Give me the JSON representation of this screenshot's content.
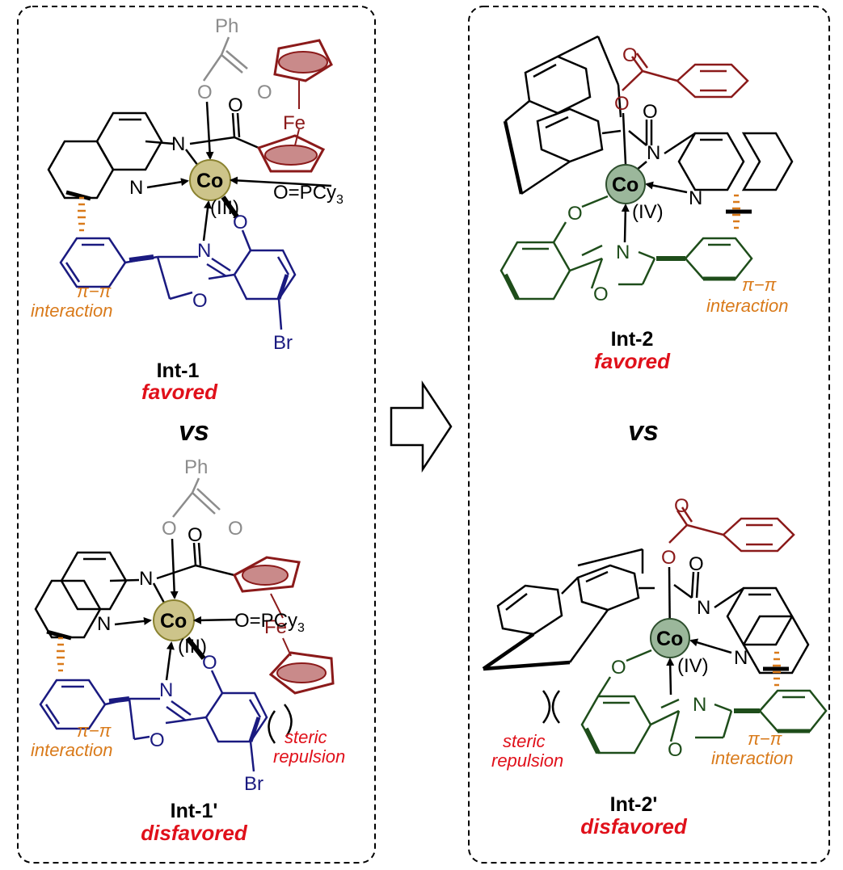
{
  "colors": {
    "black": "#000000",
    "gray": "#8c8c8c",
    "ferrocene": "#8b1a1a",
    "ferrocene_fill": "#c98a8a",
    "navy": "#1a1a80",
    "green": "#1e4d1a",
    "orange": "#d97a1a",
    "red": "#e0101a",
    "co_fill_1": "#cdc48a",
    "co_stroke_1": "#8a8230",
    "co_fill_2": "#9bb79b",
    "co_stroke_2": "#2e4f2e"
  },
  "common": {
    "vs": "vs",
    "pi_pi": "π−π",
    "interaction": "interaction",
    "steric": "steric",
    "repulsion": "repulsion",
    "co": "Co",
    "n": "N",
    "o": "O",
    "br": "Br",
    "fe": "Fe",
    "ph": "Ph",
    "opcy3": "O=PCy",
    "sub3": "3",
    "ox3": "(III)",
    "ox4": "(IV)"
  },
  "left_panel": {
    "top": {
      "name": "Int-1",
      "status": "favored"
    },
    "bottom": {
      "name": "Int-1'",
      "status": "disfavored"
    }
  },
  "right_panel": {
    "top": {
      "name": "Int-2",
      "status": "favored"
    },
    "bottom": {
      "name": "Int-2'",
      "status": "disfavored"
    }
  },
  "arrow": {
    "icon": "hollow-right-arrow-icon"
  }
}
